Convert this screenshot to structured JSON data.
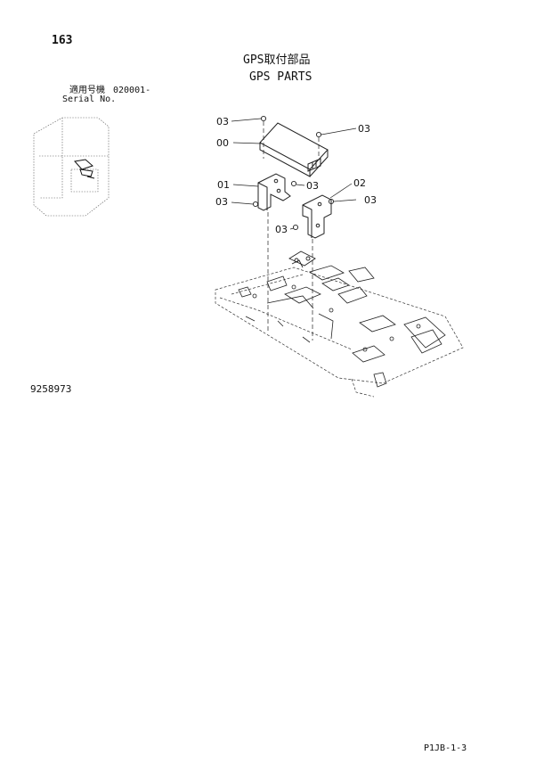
{
  "header": {
    "page_number": "163",
    "title_jp": "GPS取付部品",
    "title_en": "GPS PARTS",
    "serial_label_jp": "適用号機",
    "serial_value": "020001-",
    "serial_label_en": "Serial No."
  },
  "figure": {
    "code": "9258973",
    "callouts": {
      "c03_top_left": "03",
      "c03_top_right": "03",
      "c00": "00",
      "c01": "01",
      "c03_mid_a": "03",
      "c02": "02",
      "c03_left": "03",
      "c03_right": "03",
      "c03_low": "03"
    }
  },
  "footer": {
    "page_code": "P1JB-1-3"
  }
}
